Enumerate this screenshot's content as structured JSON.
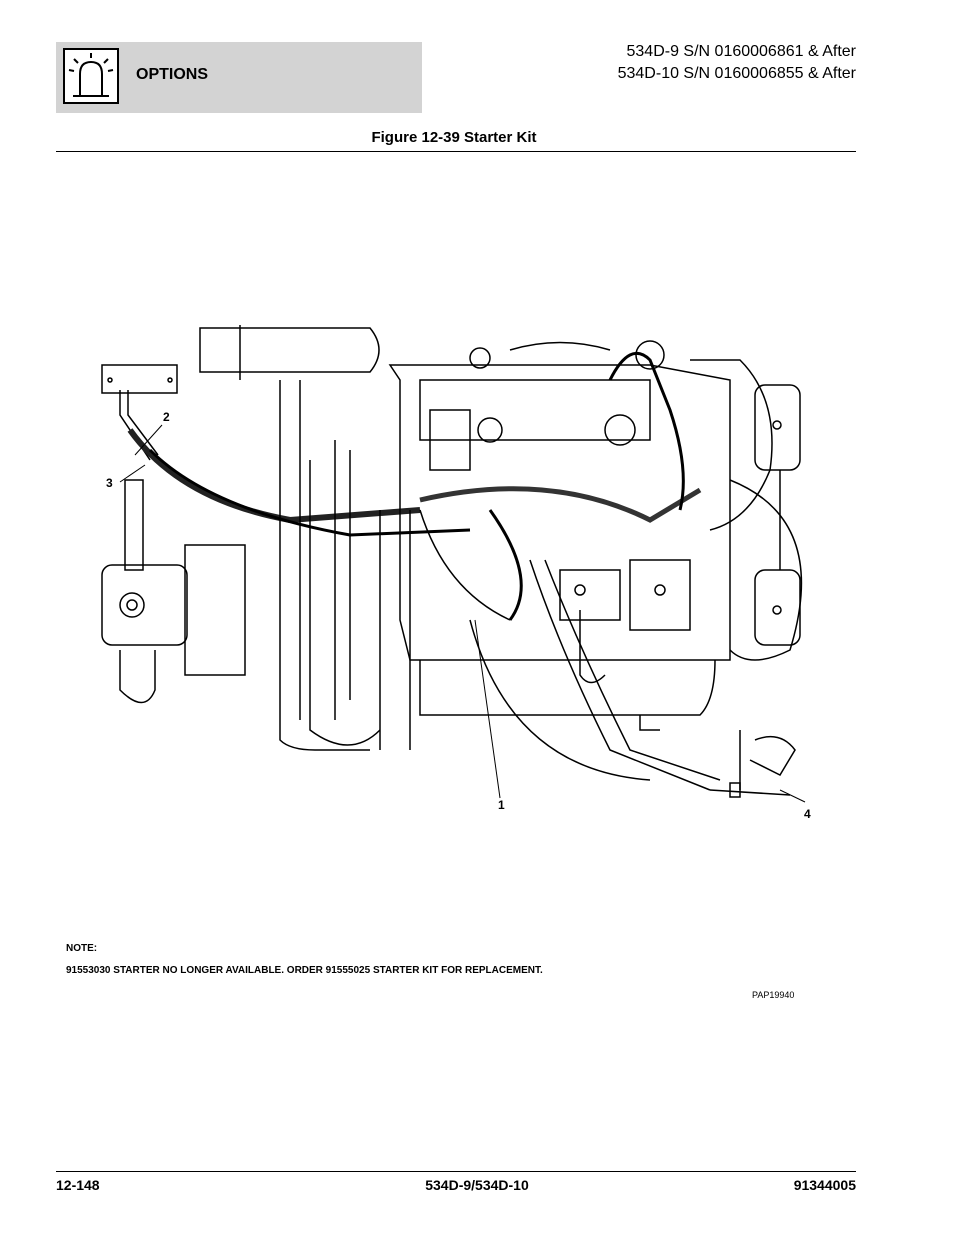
{
  "header": {
    "section_title": "OPTIONS",
    "serial_line_1": "534D-9 S/N 0160006861 & After",
    "serial_line_2": "534D-10 S/N 0160006855 & After"
  },
  "figure": {
    "title": "Figure 12-39 Starter Kit",
    "callouts": [
      "1",
      "2",
      "3",
      "4"
    ],
    "reference_code": "PAP19940"
  },
  "note": {
    "label": "NOTE:",
    "text": "91553030 STARTER NO LONGER AVAILABLE. ORDER 91555025 STARTER KIT FOR REPLACEMENT."
  },
  "footer": {
    "page_number": "12-148",
    "model": "534D-9/534D-10",
    "doc_number": "91344005"
  },
  "icons": {
    "section_icon": "warning-beacon-icon"
  }
}
